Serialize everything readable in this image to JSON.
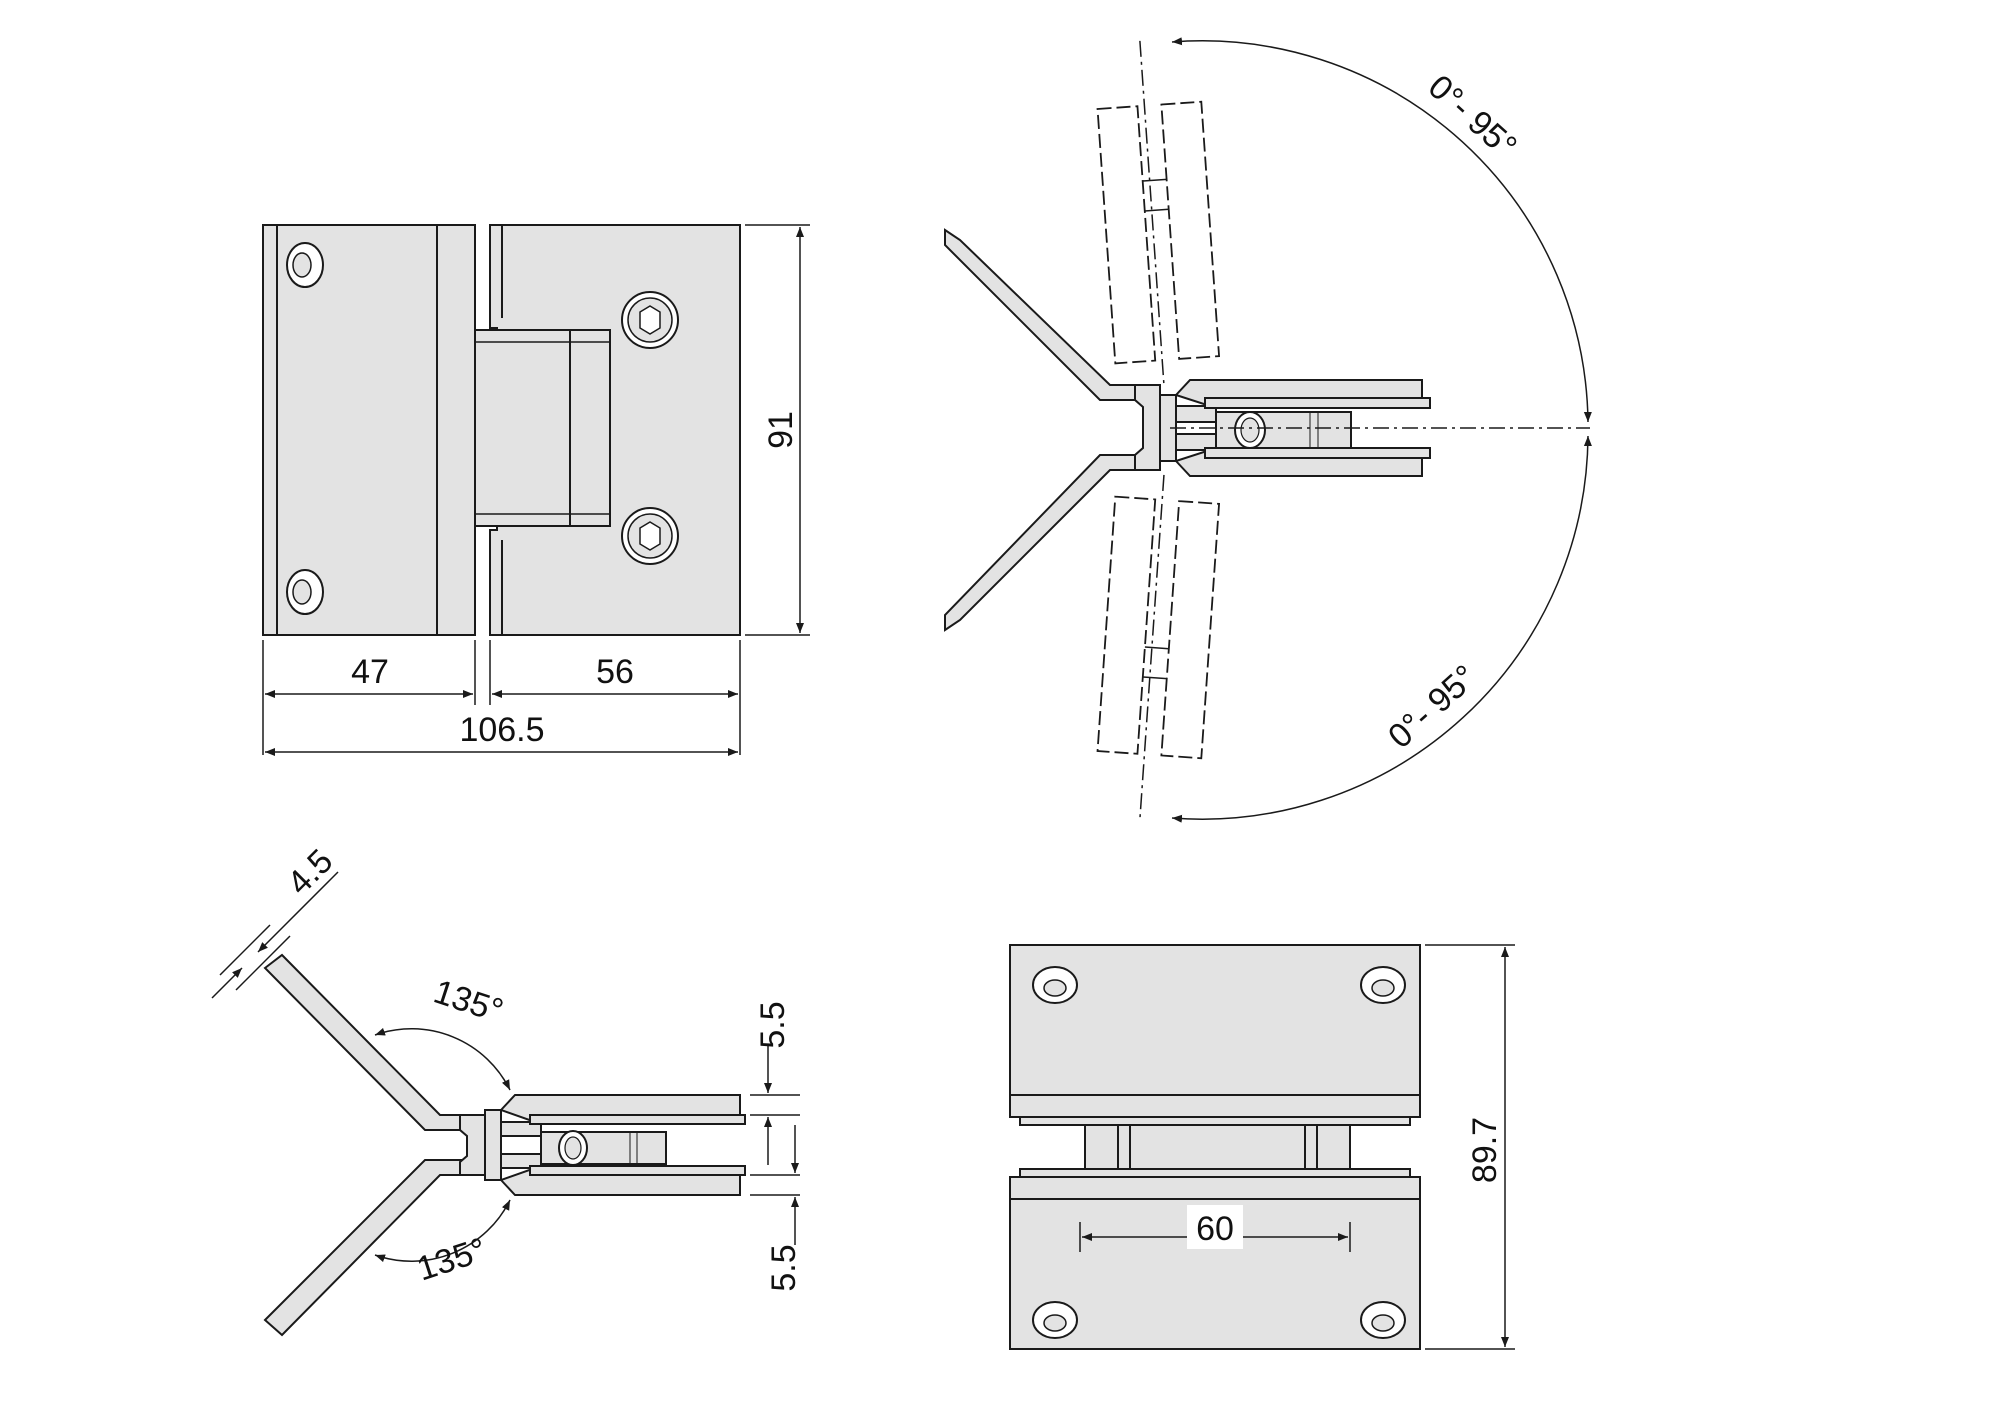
{
  "dimensions": {
    "front_left_width": "47",
    "front_right_width": "56",
    "front_total_width": "106.5",
    "front_height": "91",
    "swing_upper": "0°- 95°",
    "swing_lower": "0°- 95°",
    "plate_thickness": "4.5",
    "angle_upper": "135°",
    "angle_lower": "135°",
    "glass_gap_top": "5.5",
    "glass_gap_bottom": "5.5",
    "bottom_hole_spacing": "60",
    "bottom_height": "89.7"
  },
  "colors": {
    "line": "#1a1a1a",
    "part_fill": "#e3e3e3",
    "background": "#ffffff"
  }
}
